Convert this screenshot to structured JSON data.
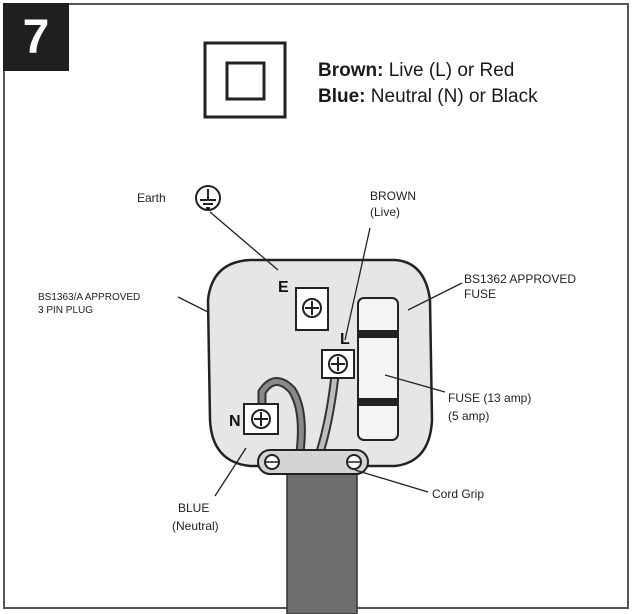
{
  "step_number": "7",
  "legend": {
    "brown_key": "Brown:",
    "brown_value": " Live (L) or Red",
    "blue_key": "Blue:",
    "blue_value": " Neutral (N) or Black"
  },
  "labels": {
    "earth": "Earth",
    "brown_line1": "BROWN",
    "brown_line2": "(Live)",
    "plug_line1": "BS1363/A APPROVED",
    "plug_line2": "3 PIN PLUG",
    "fuse_approved_line1": "BS1362 APPROVED",
    "fuse_approved_line2": "FUSE",
    "fuse_rating_line1": "FUSE  (13 amp)",
    "fuse_rating_line2": "(5 amp)",
    "cord_grip": "Cord Grip",
    "blue_line1": "BLUE",
    "blue_line2": "(Neutral)",
    "pin_e": "E",
    "pin_l": "L",
    "pin_n": "N"
  },
  "colors": {
    "plug_body": "#e6e6e6",
    "cable": "#6e6e6e",
    "badge": "#1f1f1f"
  }
}
